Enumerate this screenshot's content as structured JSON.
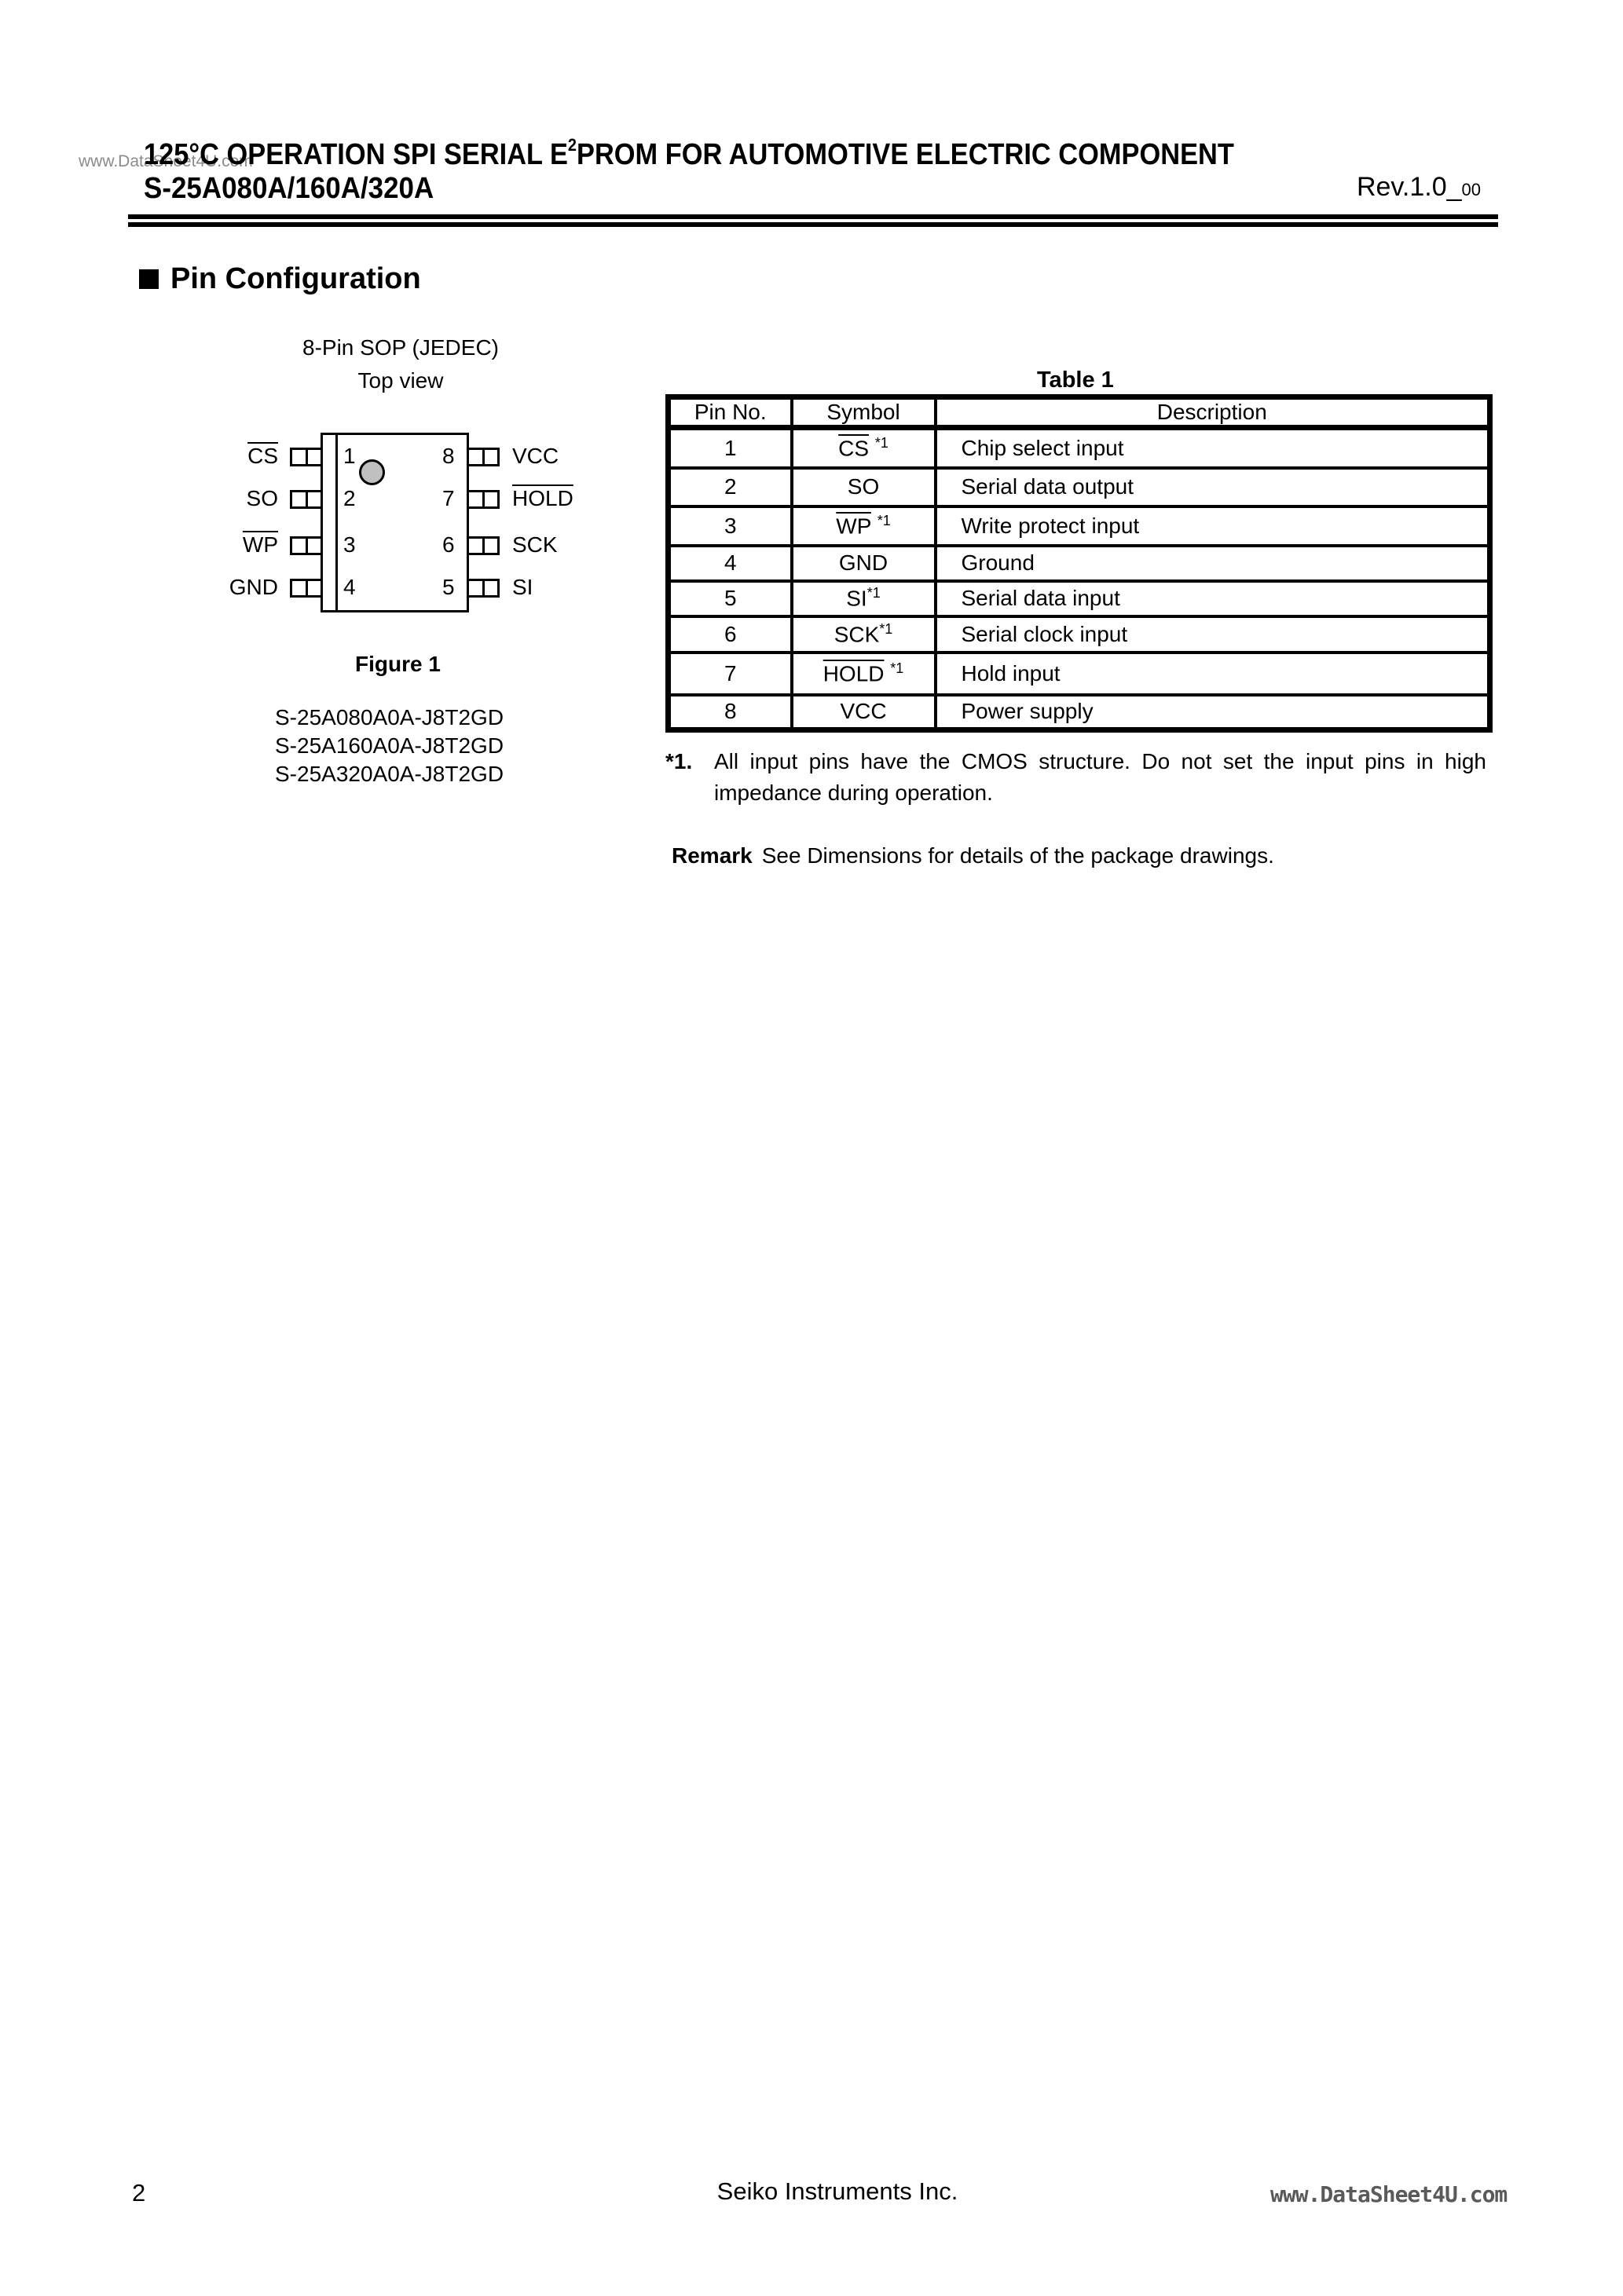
{
  "header": {
    "watermark": "www.DataSheet4U.com",
    "title_pre": "125°C OPERATION SPI SERIAL E",
    "title_sup": "2",
    "title_post": "PROM FOR AUTOMOTIVE ELECTRIC COMPONENT",
    "part_numbers": "S-25A080A/160A/320A",
    "revision_main": "Rev.1.0_",
    "revision_sub": "00"
  },
  "section": {
    "title": "Pin Configuration"
  },
  "figure": {
    "package_label": "8-Pin SOP (JEDEC)",
    "view_label": "Top view",
    "caption": "Figure 1",
    "left_pins": [
      {
        "number": "1",
        "label": "CS",
        "overline": true
      },
      {
        "number": "2",
        "label": "SO",
        "overline": false
      },
      {
        "number": "3",
        "label": "WP",
        "overline": true
      },
      {
        "number": "4",
        "label": "GND",
        "overline": false
      }
    ],
    "right_pins": [
      {
        "number": "8",
        "label": "VCC",
        "overline": false
      },
      {
        "number": "7",
        "label": "HOLD",
        "overline": true
      },
      {
        "number": "6",
        "label": "SCK",
        "overline": false
      },
      {
        "number": "5",
        "label": "SI",
        "overline": false
      }
    ],
    "part_codes": [
      "S-25A080A0A-J8T2GD",
      "S-25A160A0A-J8T2GD",
      "S-25A320A0A-J8T2GD"
    ]
  },
  "table": {
    "caption": "Table 1",
    "headers": [
      "Pin No.",
      "Symbol",
      "Description"
    ],
    "rows": [
      {
        "pin": "1",
        "symbol": "CS",
        "overline": true,
        "note": "*1",
        "description": "Chip select input"
      },
      {
        "pin": "2",
        "symbol": "SO",
        "overline": false,
        "note": "",
        "description": "Serial data output"
      },
      {
        "pin": "3",
        "symbol": "WP",
        "overline": true,
        "note": "*1",
        "description": "Write protect input"
      },
      {
        "pin": "4",
        "symbol": "GND",
        "overline": false,
        "note": "",
        "description": "Ground"
      },
      {
        "pin": "5",
        "symbol": "SI",
        "overline": false,
        "note": "*1",
        "description": "Serial data input"
      },
      {
        "pin": "6",
        "symbol": "SCK",
        "overline": false,
        "note": "*1",
        "description": "Serial clock input"
      },
      {
        "pin": "7",
        "symbol": "HOLD",
        "overline": true,
        "note": "*1",
        "description": "Hold input"
      },
      {
        "pin": "8",
        "symbol": "VCC",
        "overline": false,
        "note": "",
        "description": "Power supply"
      }
    ]
  },
  "footnote": {
    "mark": "*1.",
    "text": "All input pins have the CMOS structure. Do not set the input pins in high impedance during operation."
  },
  "remark": {
    "label": "Remark",
    "text": "See Dimensions for details of the package drawings."
  },
  "footer": {
    "page_number": "2",
    "company": "Seiko Instruments Inc.",
    "watermark": "www.DataSheet4U.com"
  }
}
